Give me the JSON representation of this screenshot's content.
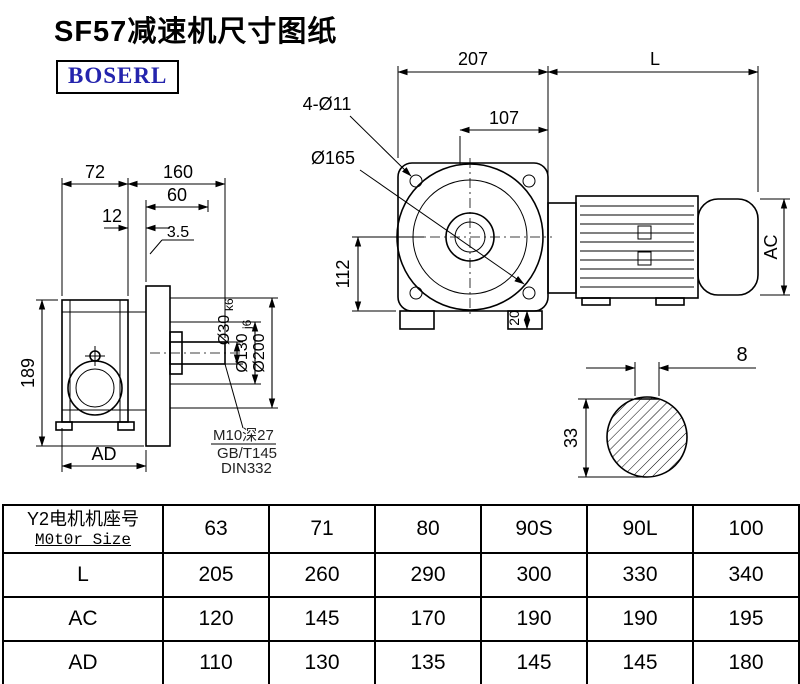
{
  "page": {
    "title": "SF57减速机尺寸图纸",
    "logo": "BOSERL"
  },
  "views": {
    "side": {
      "dim_72": "72",
      "dim_160": "160",
      "dim_60": "60",
      "dim_12": "12",
      "dim_3_5": "3.5",
      "dim_189": "189",
      "dim_ad": "AD",
      "dim_shaft_main": "Ø30",
      "dim_shaft_tol": "k6",
      "dim_pilot_main": "Ø130",
      "dim_pilot_tol": "j6",
      "dim_flange": "Ø200",
      "note_line1": "M10深27",
      "note_line2": "GB/T145",
      "note_line3": "DIN332"
    },
    "front": {
      "dim_207": "207",
      "dim_l": "L",
      "dim_4_o11": "4-Ø11",
      "dim_107": "107",
      "dim_o165": "Ø165",
      "dim_112": "112",
      "dim_ac": "AC",
      "dim_20": "20"
    },
    "shaft_section": {
      "dim_8": "8",
      "dim_33": "33"
    }
  },
  "table": {
    "row_header_line1": "Y2电机机座号",
    "row_header_line2": "M0t0r Size",
    "sizes": [
      "63",
      "71",
      "80",
      "90S",
      "90L",
      "100"
    ],
    "rows": [
      {
        "label": "L",
        "values": [
          "205",
          "260",
          "290",
          "300",
          "330",
          "340"
        ]
      },
      {
        "label": "AC",
        "values": [
          "120",
          "145",
          "170",
          "190",
          "190",
          "195"
        ]
      },
      {
        "label": "AD",
        "values": [
          "110",
          "130",
          "135",
          "145",
          "145",
          "180"
        ]
      }
    ]
  }
}
